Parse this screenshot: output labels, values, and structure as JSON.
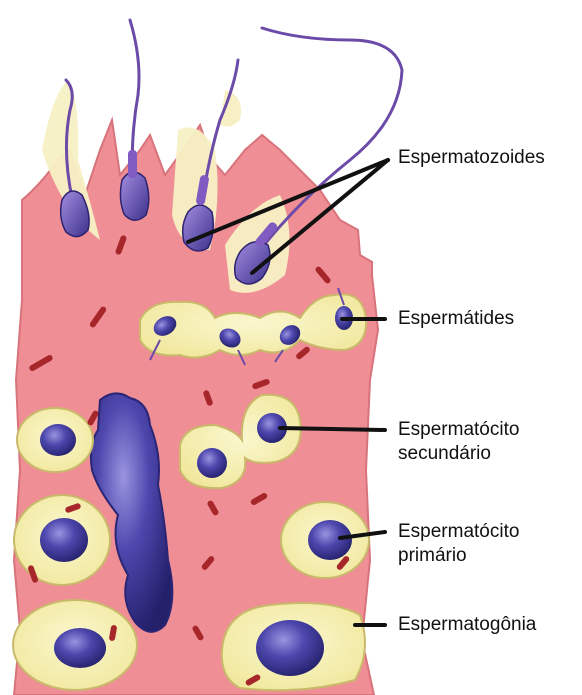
{
  "labels": {
    "espermatozoides": "Espermatozoides",
    "espermatides": "Espermátides",
    "espermatocito_secundario": [
      "Espermatócito",
      "secundário"
    ],
    "espermatocito_primario": [
      "Espermatócito",
      "primário"
    ],
    "espermatogonia": "Espermatogônia"
  },
  "colors": {
    "sertoli_cytoplasm": "#ef8e95",
    "cell_membrane": "#f6f1b6",
    "nucleus": "#3f3a98",
    "mitochondria": "#a7262a",
    "leader_line": "#111111"
  }
}
